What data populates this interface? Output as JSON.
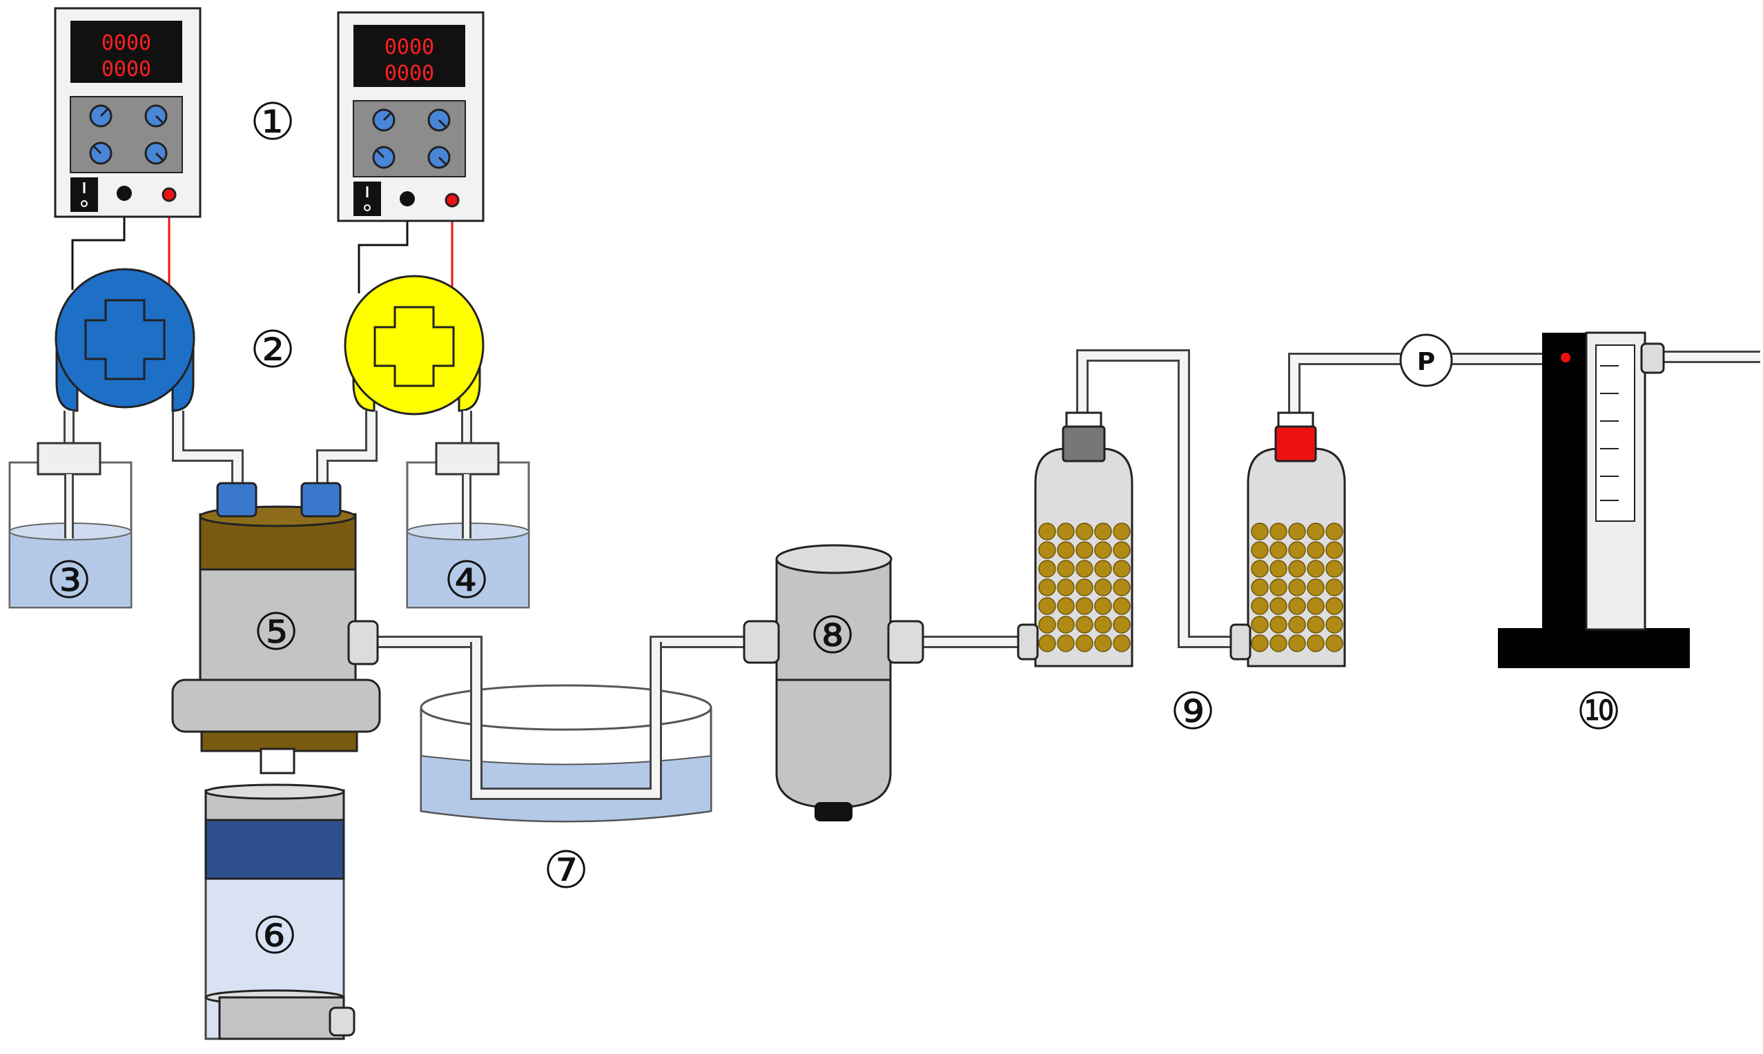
{
  "labels": {
    "n1": "①",
    "n2": "②",
    "n3": "③",
    "n4": "④",
    "n5": "⑤",
    "n6": "⑥",
    "n7": "⑦",
    "n8": "⑧",
    "n9": "⑨",
    "n10": "⑩"
  },
  "power_supply_1": {
    "line1": "0000",
    "line2": "0000"
  },
  "power_supply_2": {
    "line1": "0000",
    "line2": "0000"
  },
  "gauge": {
    "label": "P"
  },
  "colors": {
    "outline": "#222222",
    "display_bg": "#111111",
    "display_text": "#ff2020",
    "knob": "#4a86d8",
    "pump_blue": "#1e6fc6",
    "pump_yellow": "#ffff00",
    "liquid": "#b4c9e8",
    "gray": "#c4c4c4",
    "brown": "#7a5a10",
    "bead": "#b08a14",
    "dark_blue": "#2d4f8c",
    "red": "#ee1111",
    "black": "#000000"
  },
  "icons": [
    "power-switch-icon",
    "pump-cross-icon",
    "gauge-icon"
  ]
}
